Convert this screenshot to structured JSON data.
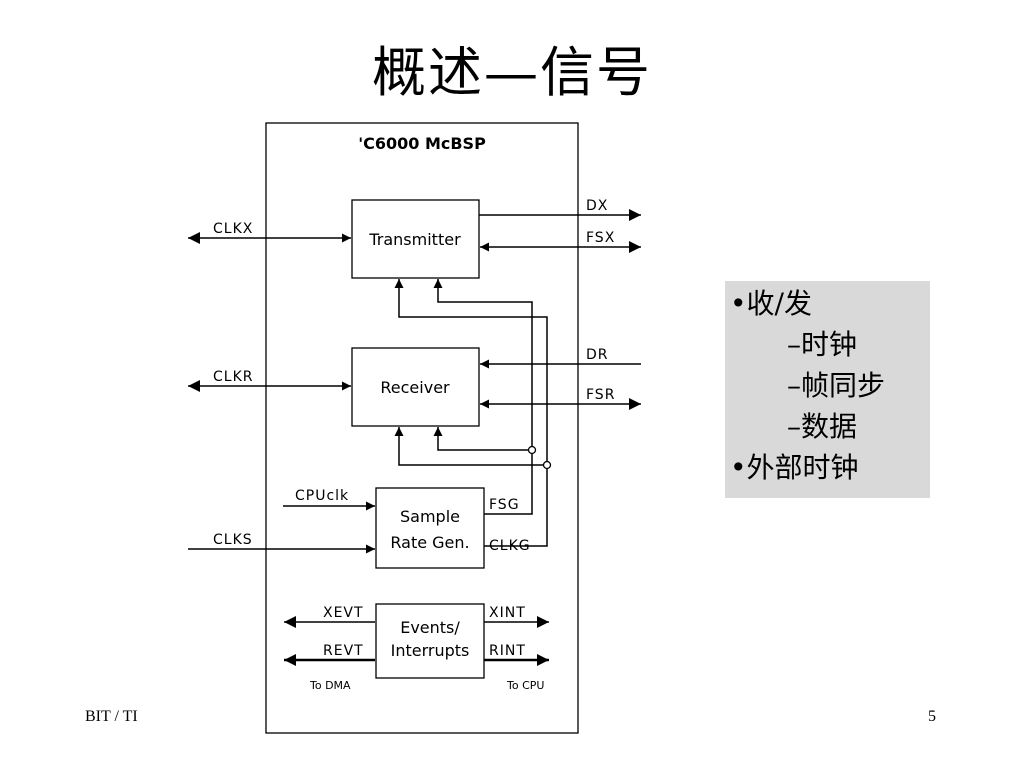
{
  "slide": {
    "title": "概述—信号",
    "footer_left": "BIT / TI",
    "page_number": "5"
  },
  "notes": [
    {
      "level": 1,
      "text": "•收/发"
    },
    {
      "level": 2,
      "text": "–时钟"
    },
    {
      "level": 2,
      "text": "–帧同步"
    },
    {
      "level": 2,
      "text": "–数据"
    },
    {
      "level": 1,
      "text": "•外部时钟"
    }
  ],
  "diagram": {
    "title": "'C6000 McBSP",
    "blocks": {
      "transmitter": "Transmitter",
      "receiver": "Receiver",
      "sample_rate_gen_1": "Sample",
      "sample_rate_gen_2": "Rate Gen.",
      "events_1": "Events/",
      "events_2": "Interrupts"
    },
    "signals": {
      "clkx": "CLKX",
      "clkr": "CLKR",
      "clks": "CLKS",
      "cpuclk": "CPUclk",
      "dx": "DX",
      "fsx": "FSX",
      "dr": "DR",
      "fsr": "FSR",
      "fsg": "FSG",
      "clkg": "CLKG",
      "xevt": "XEVT",
      "revt": "REVT",
      "xint": "XINT",
      "rint": "RINT",
      "to_dma": "To DMA",
      "to_cpu": "To CPU"
    }
  }
}
